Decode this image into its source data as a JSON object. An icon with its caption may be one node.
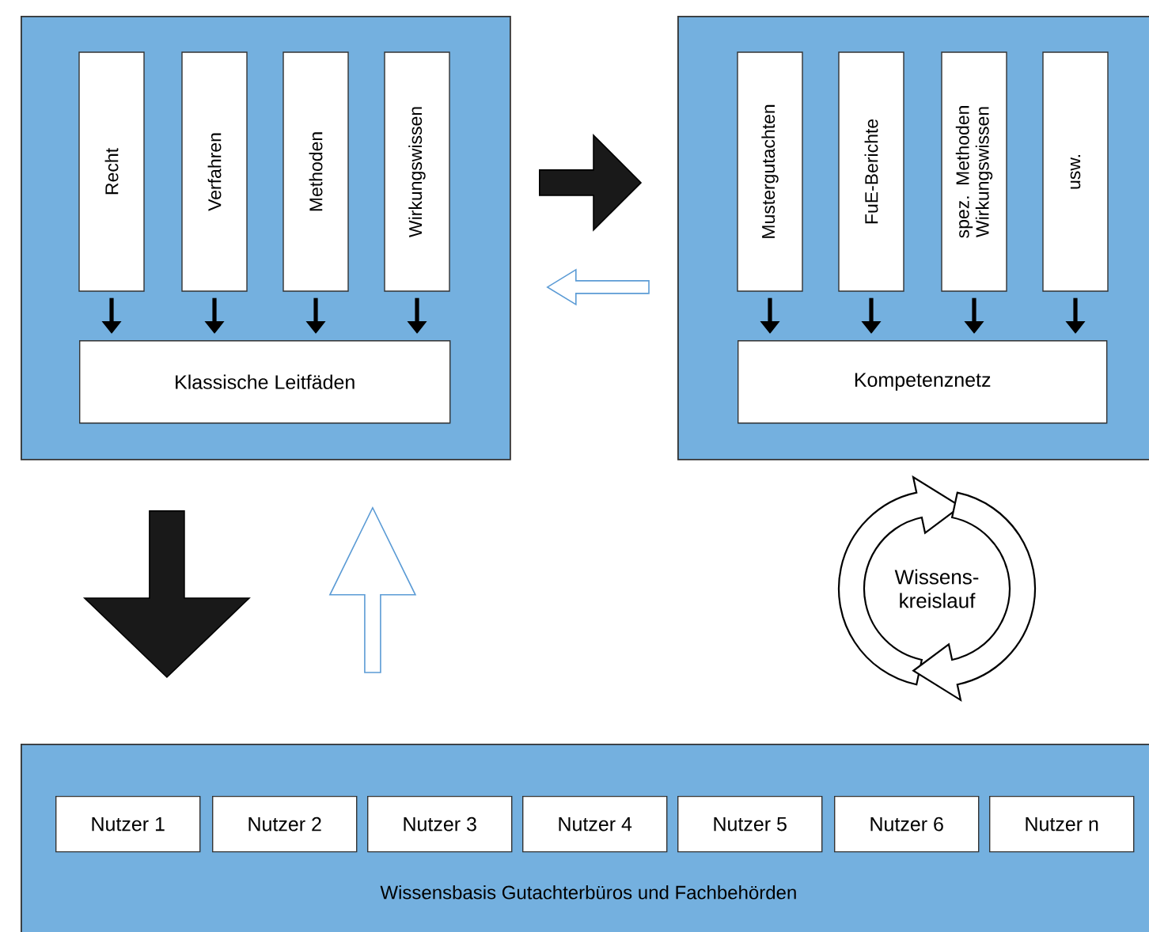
{
  "diagram": {
    "nodes": [
      {
        "text": [],
        "shape": "box"
      },
      {
        "text": [
          "Recht"
        ],
        "in": 0
      },
      {
        "text": [
          "Verfahren"
        ],
        "in": 0
      },
      {
        "text": [
          "Methoden"
        ],
        "in": 0
      },
      {
        "text": [
          "Wirkungswissen"
        ],
        "in": 0
      },
      {
        "text": [
          "Klassische Leitfäden"
        ],
        "in": 0
      },
      {
        "text": [],
        "shape": "box"
      },
      {
        "text": [
          "Mustergutachten"
        ],
        "in": 6
      },
      {
        "text": [
          "FuE-Berichte"
        ],
        "in": 6
      },
      {
        "text": [
          "spez. Methoden Wirkungswissen"
        ],
        "in": 6
      },
      {
        "text": [
          "usw."
        ],
        "in": 6
      },
      {
        "text": [
          "Kompetenznetz"
        ],
        "in": 6
      },
      {
        "text": [
          "Wissensbasis Gutachterbüros und Fachbehörden"
        ]
      },
      {
        "text": [
          "Nutzer 1"
        ],
        "in": 12
      },
      {
        "text": [
          "Nutzer 2"
        ],
        "in": 12
      },
      {
        "text": [
          "Nutzer 3"
        ],
        "in": 12
      },
      {
        "text": [
          "Nutzer 4"
        ],
        "in": 12
      },
      {
        "text": [
          "Nutzer 5"
        ],
        "in": 12
      },
      {
        "text": [
          "Nutzer 6"
        ],
        "in": 12
      },
      {
        "text": [
          "Nutzer n"
        ],
        "in": 12
      }
    ],
    "edges": [
      {
        "from": 1,
        "to": 5,
        "arrow": "to"
      },
      {
        "from": 2,
        "to": 5,
        "arrow": "to"
      },
      {
        "from": 3,
        "to": 5,
        "arrow": "to"
      },
      {
        "from": 4,
        "to": 5,
        "arrow": "to"
      },
      {
        "from": 7,
        "to": 11,
        "arrow": "to"
      },
      {
        "from": 8,
        "to": 11,
        "arrow": "to"
      },
      {
        "from": 9,
        "to": 11,
        "arrow": "to"
      },
      {
        "from": 10,
        "to": 11,
        "arrow": "to"
      },
      {
        "from": 0,
        "to": 6,
        "arrow": "to",
        "style": "thick"
      },
      {
        "from": 6,
        "to": 0,
        "arrow": "to",
        "color": "#5b9bd5"
      },
      {
        "from": 0,
        "to": 12,
        "arrow": "to",
        "style": "thick"
      },
      {
        "from": 12,
        "to": 0,
        "arrow": "to",
        "color": "#5b9bd5"
      }
    ],
    "labels": [
      "Wissens- kreislauf"
    ]
  }
}
